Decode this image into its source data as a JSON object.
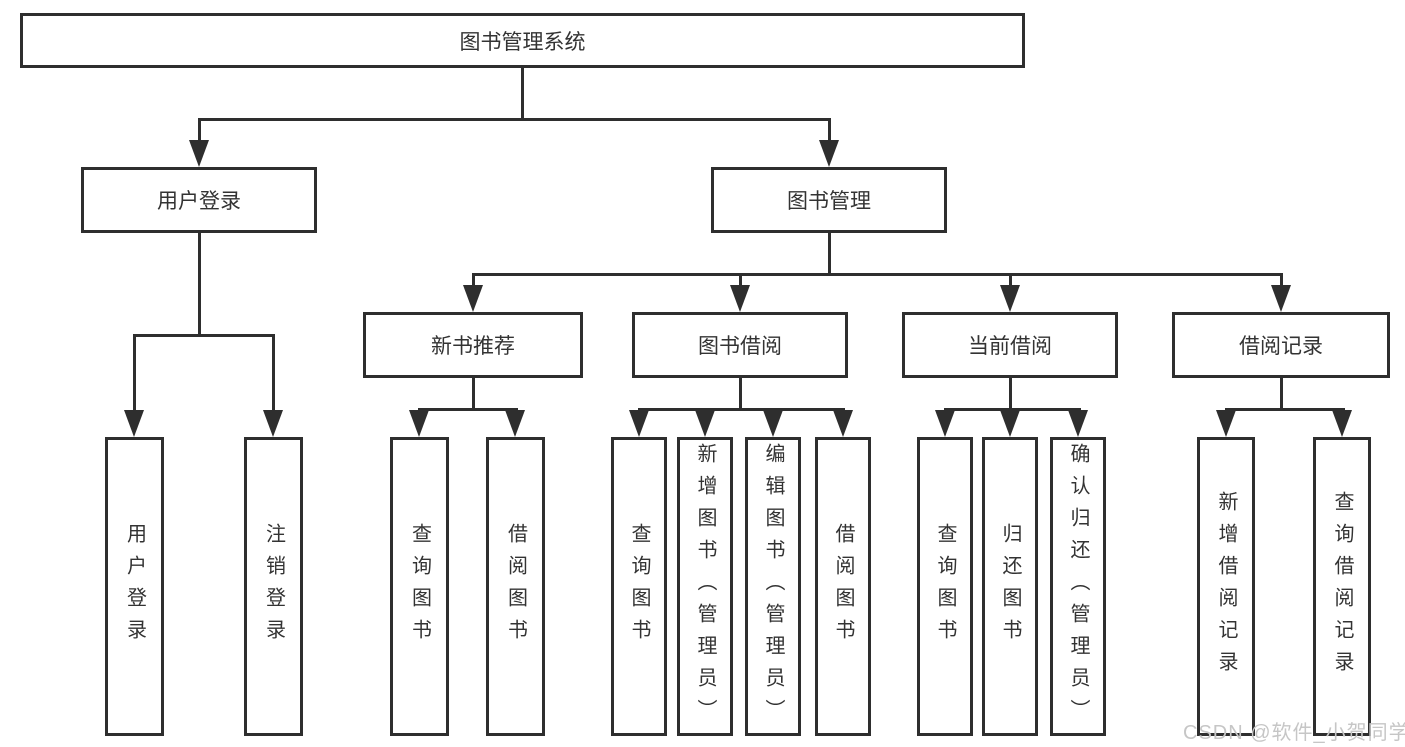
{
  "diagram": {
    "title_node": {
      "label": "图书管理系统"
    },
    "level2": [
      {
        "label": "用户登录"
      },
      {
        "label": "图书管理"
      }
    ],
    "level3": [
      {
        "label": "新书推荐"
      },
      {
        "label": "图书借阅"
      },
      {
        "label": "当前借阅"
      },
      {
        "label": "借阅记录"
      }
    ],
    "leaves": {
      "user_login": [
        {
          "label": "用户登录"
        },
        {
          "label": "注销登录"
        }
      ],
      "new_book_recommend": [
        {
          "label": "查询图书"
        },
        {
          "label": "借阅图书"
        }
      ],
      "book_borrow": [
        {
          "label": "查询图书"
        },
        {
          "label": "新增图书（管理员）"
        },
        {
          "label": "编辑图书（管理员）"
        },
        {
          "label": "借阅图书"
        }
      ],
      "current_borrow": [
        {
          "label": "查询图书"
        },
        {
          "label": "归还图书"
        },
        {
          "label": "确认归还（管理员）"
        }
      ],
      "borrow_record": [
        {
          "label": "新增借阅记录"
        },
        {
          "label": "查询借阅记录"
        }
      ]
    }
  },
  "watermark": "CSDN @软件_小贺同学",
  "colors": {
    "line": "#2e2e2e",
    "text": "#333333",
    "background": "#ffffff",
    "watermark": "#c6c6c6"
  }
}
